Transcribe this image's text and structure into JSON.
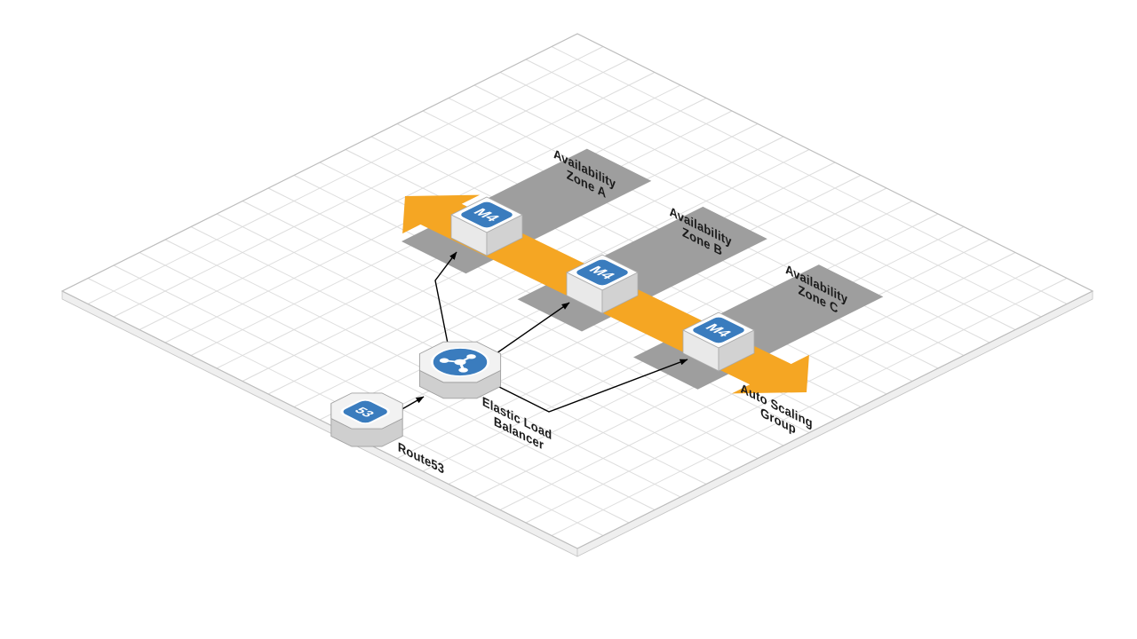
{
  "diagram": {
    "zones": [
      {
        "line1": "Availability",
        "line2": "Zone A"
      },
      {
        "line1": "Availability",
        "line2": "Zone B"
      },
      {
        "line1": "Availability",
        "line2": "Zone C"
      }
    ],
    "instances": [
      {
        "badge": "M4"
      },
      {
        "badge": "M4"
      },
      {
        "badge": "M4"
      }
    ],
    "route53": {
      "label": "Route53",
      "badge": "53"
    },
    "elb": {
      "line1": "Elastic Load",
      "line2": "Balancer"
    },
    "asg": {
      "line1": "Auto Scaling",
      "line2": "Group"
    },
    "colors": {
      "arrow": "#F5A623",
      "zone": "#9E9E9E",
      "badge_blue": "#3A7CBE",
      "grid": "#DCDCDC",
      "plane_edge": "#BDBDBD",
      "plane_side": "#EFEFEF",
      "cube_top": "#FCFCFC",
      "cube_left": "#E9E9E9",
      "cube_right": "#D2D2D2",
      "icon_top": "#F2F2F2",
      "icon_side": "#CFCFCF",
      "label": "#1A1A1A"
    }
  }
}
